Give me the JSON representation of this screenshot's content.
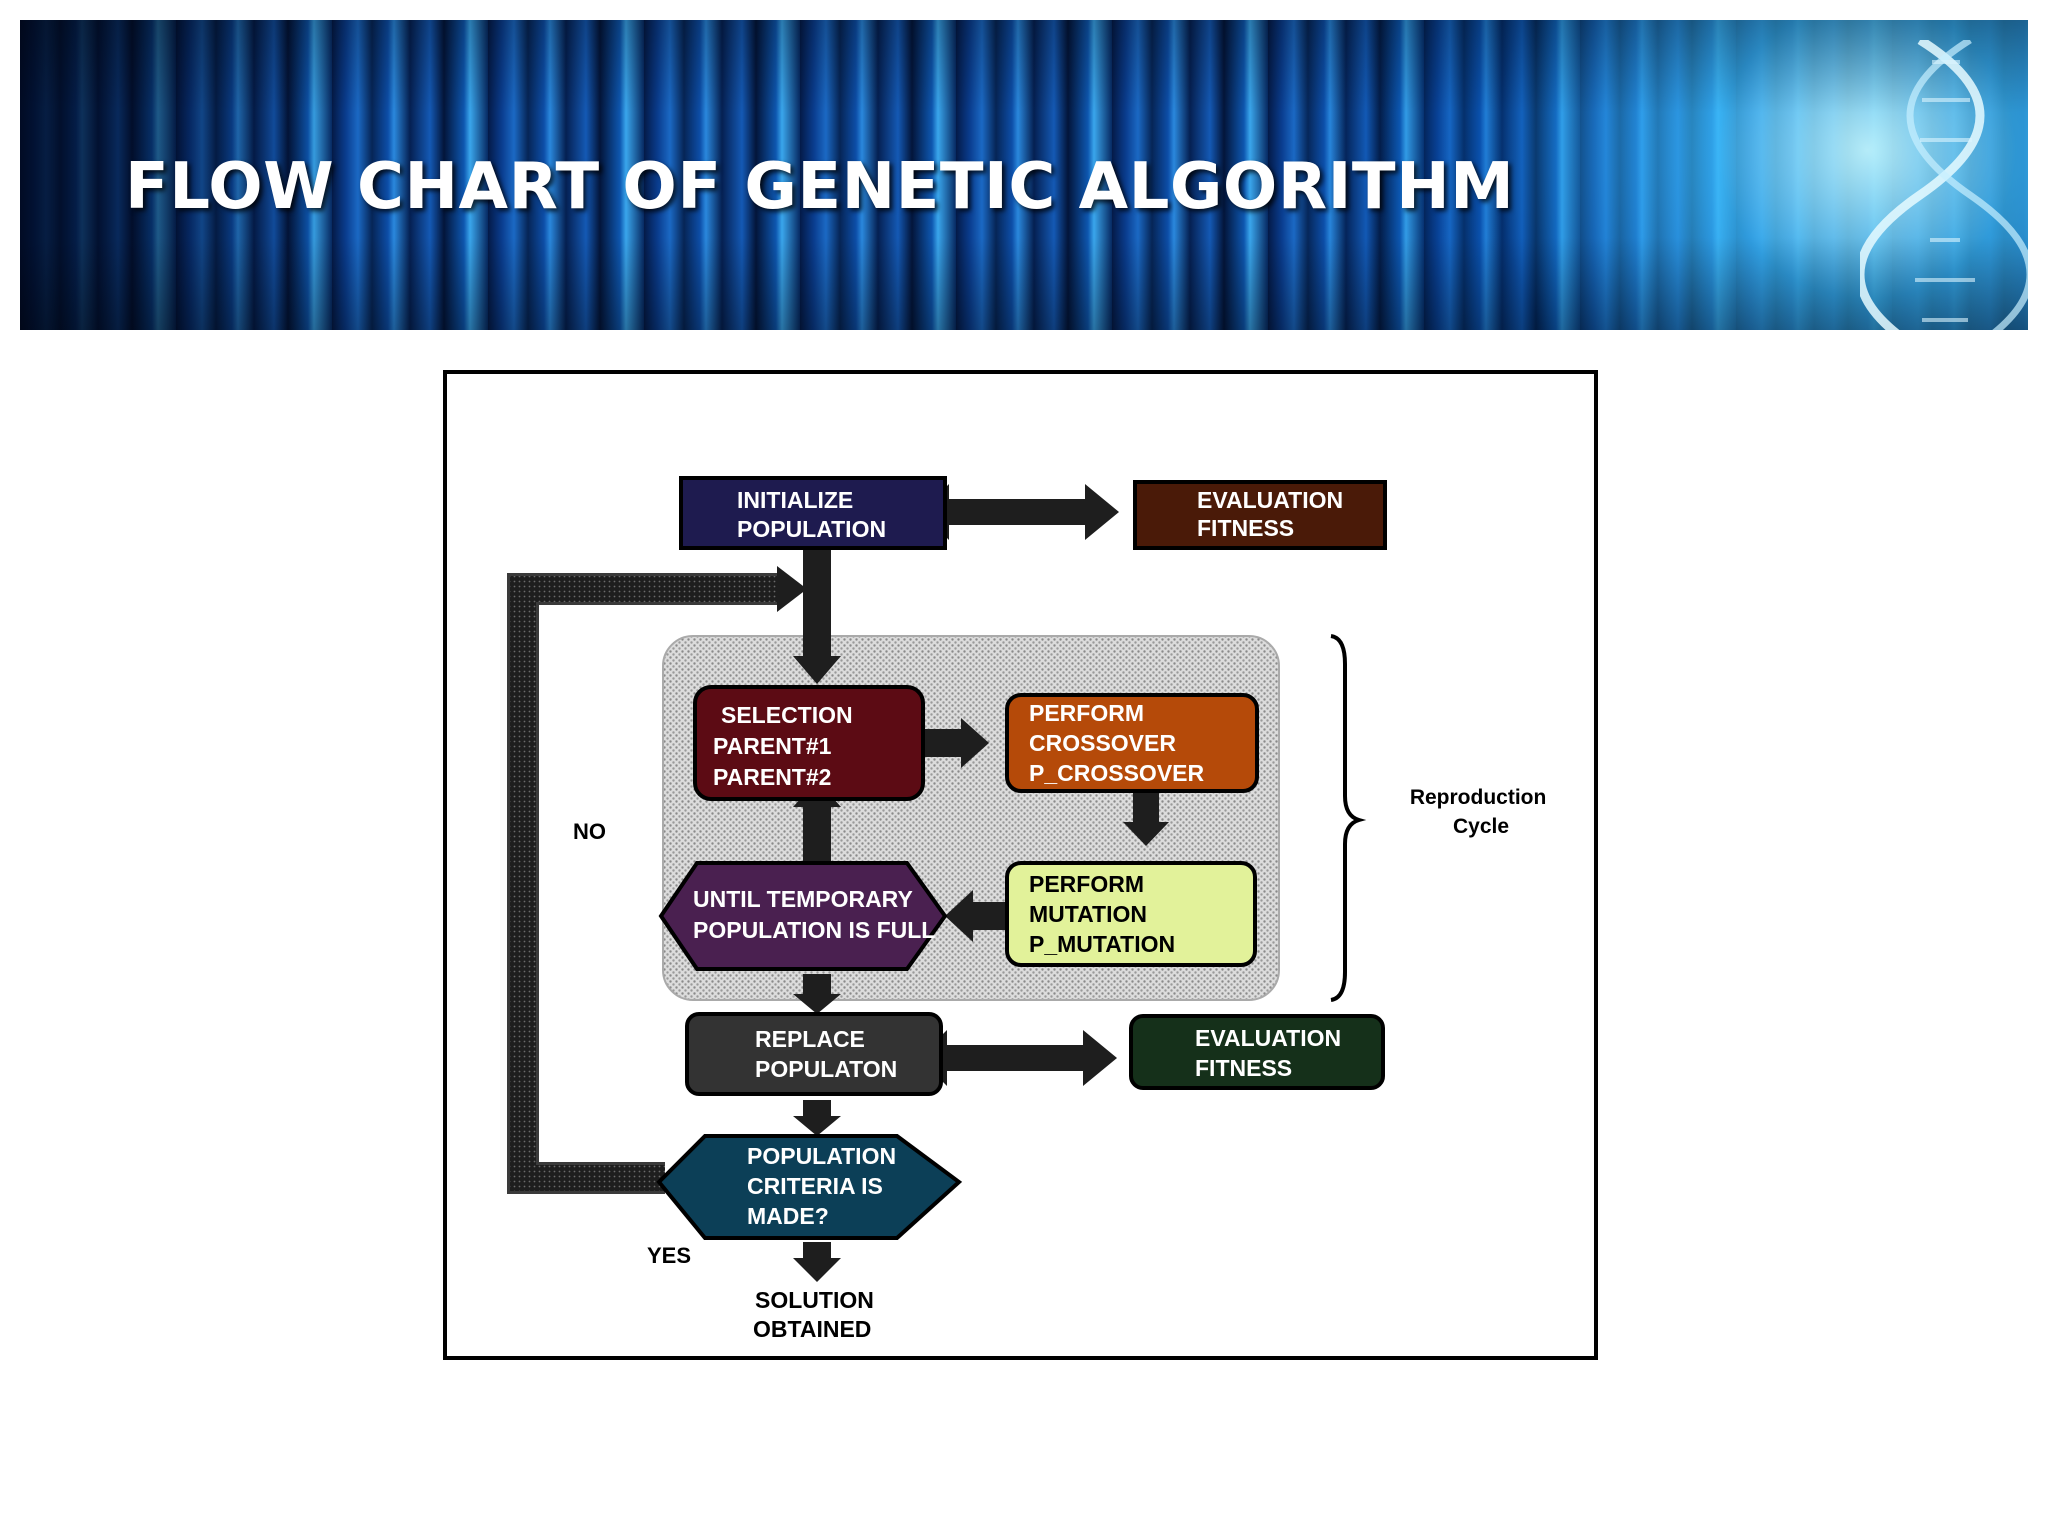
{
  "slide": {
    "title": "FLOW CHART OF GENETIC ALGORITHM"
  },
  "diagram": {
    "nodes": {
      "initialize": [
        "INITIALIZE",
        "POPULATION"
      ],
      "evaluation_top": [
        "EVALUATION",
        "FITNESS"
      ],
      "selection": [
        "SELECTION",
        "PARENT#1",
        "PARENT#2"
      ],
      "crossover": [
        "PERFORM",
        "CROSSOVER",
        "P_CROSSOVER"
      ],
      "mutation": [
        "PERFORM",
        "MUTATION",
        "P_MUTATION"
      ],
      "until_full": [
        "UNTIL TEMPORARY",
        "POPULATION IS FULL"
      ],
      "replace": [
        "REPLACE",
        "POPULATON"
      ],
      "evaluation_bottom": [
        "EVALUATION",
        "FITNESS"
      ],
      "criteria": [
        "POPULATION",
        "CRITERIA IS",
        "MADE?"
      ],
      "solution": [
        "SOLUTION",
        "OBTAINED"
      ]
    },
    "labels": {
      "no": "NO",
      "yes": "YES",
      "reproduction": [
        "Reproduction",
        "Cycle"
      ]
    },
    "colors": {
      "initialize": "#1e1b4f",
      "evaluation_top": "#4a1a08",
      "selection": "#5c0b14",
      "crossover": "#b54a09",
      "mutation": "#e2f29a",
      "until_full": "#4a2050",
      "replace": "#333333",
      "evaluation_bottom": "#15301a",
      "criteria": "#0c3f57",
      "reproduction_region": "#bdbdbd"
    }
  }
}
